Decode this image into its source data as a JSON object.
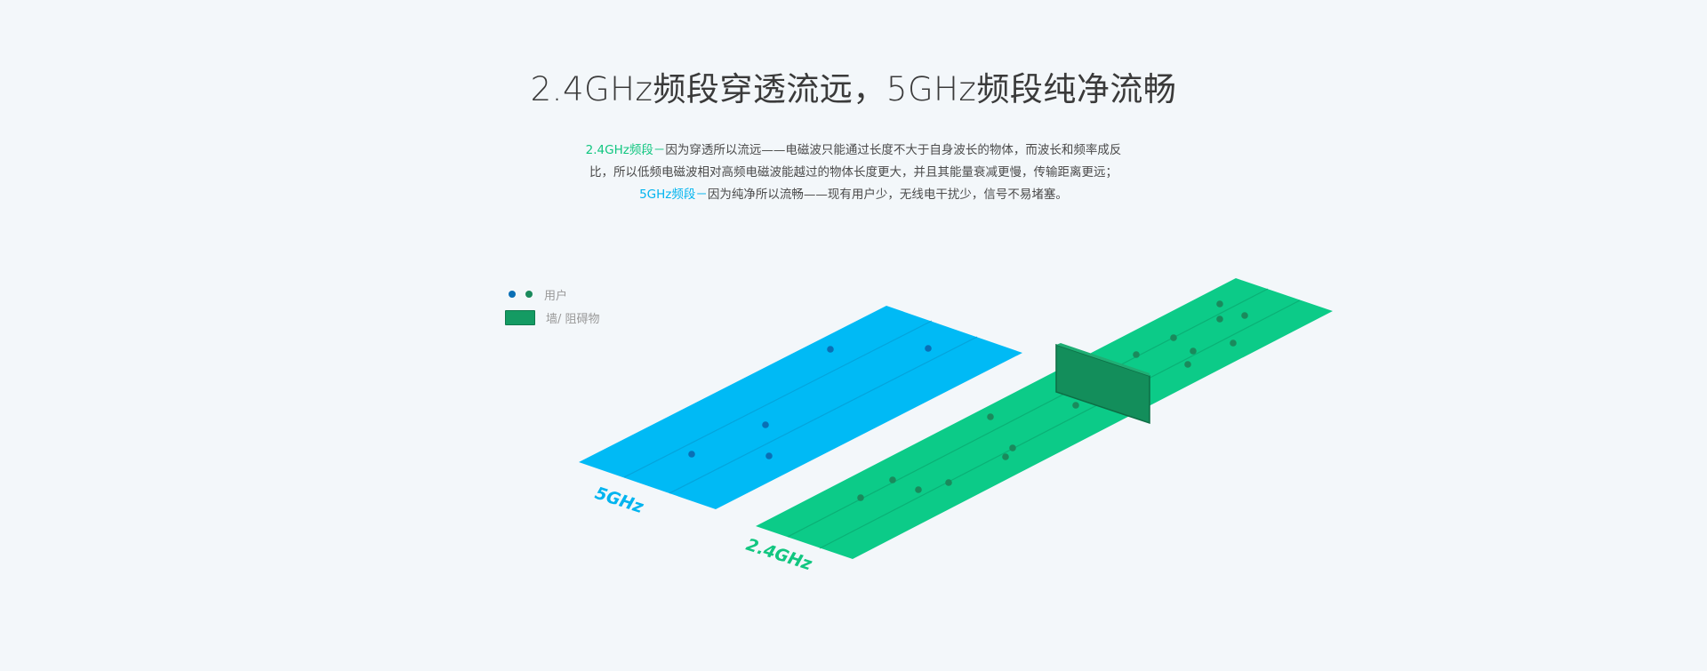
{
  "heading": {
    "title": "2.4GHz频段穿透流远，5GHz频段纯净流畅"
  },
  "description": {
    "line1_highlight": "2.4GHz频段－",
    "line1_rest": "因为穿透所以流远——电磁波只能通过长度不大于自身波长的物体，而波长和频率成反",
    "line2": "比，所以低频电磁波相对高频电磁波能越过的物体长度更大，并且其能量衰减更慢，传输距离更远；",
    "line3_highlight": "5GHz频段－",
    "line3_rest": "因为纯净所以流畅——现有用户少，无线电干扰少，信号不易堵塞。"
  },
  "legend": {
    "users_label": "用户",
    "wall_label": "墙/ 阻碍物"
  },
  "bands": {
    "band_5ghz_label": "5GHz",
    "band_24ghz_label": "2.4GHz"
  },
  "colors": {
    "accent_green": "#11c680",
    "accent_blue": "#00b4ef",
    "plane_blue": "#00baf5",
    "plane_green": "#0ccb88",
    "user_dot_blue": "#0a6fb5",
    "user_dot_green": "#1a8a5c",
    "wall": "#149b63"
  }
}
